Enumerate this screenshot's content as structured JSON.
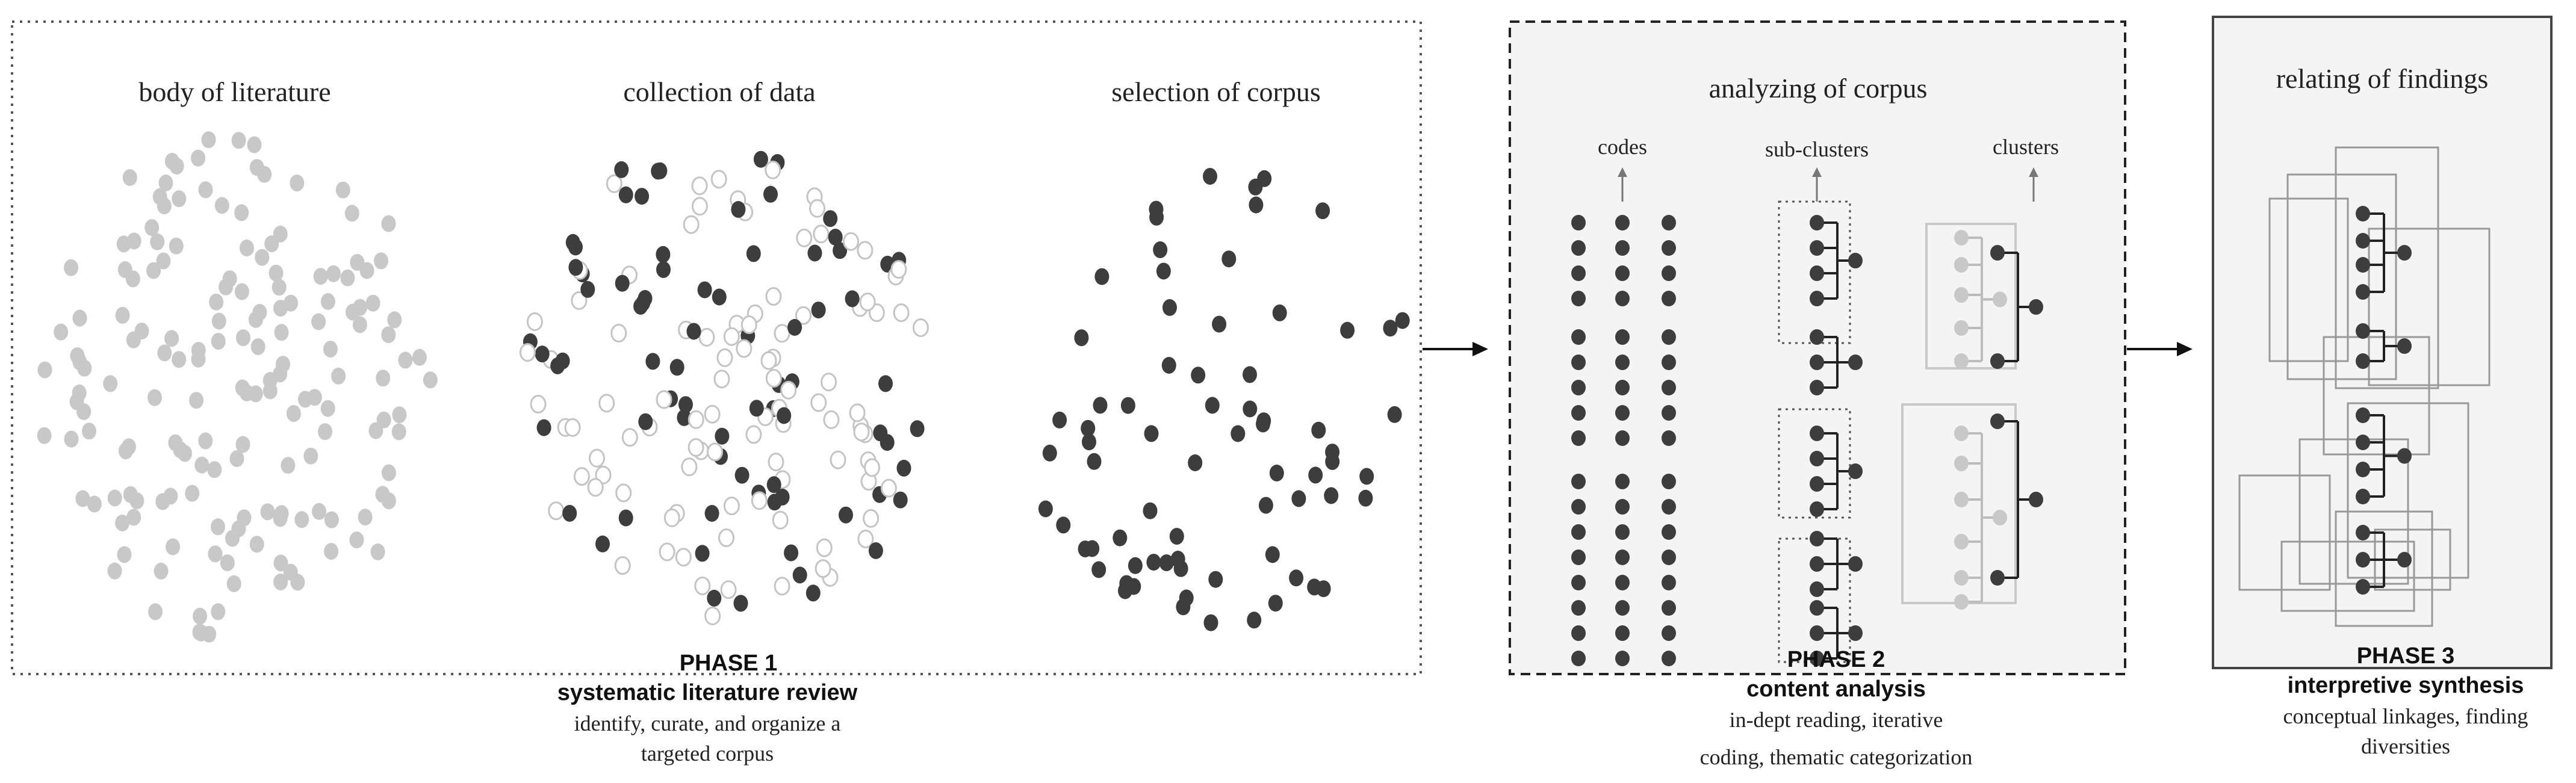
{
  "phase1": {
    "panel_titles": [
      "body of literature",
      "collection of data",
      "selection of corpus"
    ],
    "label": "PHASE 1",
    "name": "systematic literature review",
    "desc_lines": [
      "identify, curate, and organize a",
      "targeted corpus"
    ]
  },
  "phase2": {
    "title": "analyzing of corpus",
    "col_labels": [
      "codes",
      "sub-clusters",
      "clusters"
    ],
    "label": "PHASE 2",
    "name": "content analysis",
    "desc_lines": [
      "in-dept reading, iterative",
      "coding, thematic categorization"
    ]
  },
  "phase3": {
    "title": "relating of findings",
    "label": "PHASE 3",
    "name": "interpretive synthesis",
    "desc_lines": [
      "conceptual linkages, finding",
      "diversities"
    ]
  },
  "colors": {
    "dark_dot": "#3d3d3d",
    "light_dot": "#c8c8c8",
    "hollow_dot": "#c4c4c4",
    "frame_gray": "#8a8a8a",
    "panel_bg": "#f4f4f4"
  }
}
